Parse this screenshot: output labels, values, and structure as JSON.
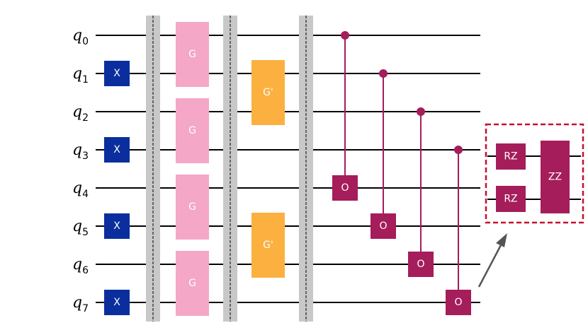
{
  "qubits": [
    {
      "name": "q",
      "index": "0"
    },
    {
      "name": "q",
      "index": "1"
    },
    {
      "name": "q",
      "index": "2"
    },
    {
      "name": "q",
      "index": "3"
    },
    {
      "name": "q",
      "index": "4"
    },
    {
      "name": "q",
      "index": "5"
    },
    {
      "name": "q",
      "index": "6"
    },
    {
      "name": "q",
      "index": "7"
    }
  ],
  "x_gates": {
    "label": "X",
    "qubits": [
      1,
      3,
      5,
      7
    ],
    "color": "#0a2e9e"
  },
  "g_gates": {
    "label": "G",
    "pairs": [
      [
        0,
        1
      ],
      [
        2,
        3
      ],
      [
        4,
        5
      ],
      [
        6,
        7
      ]
    ],
    "color": "#f4a7c6"
  },
  "gprime_gates": {
    "label": "G'",
    "pairs": [
      [
        1,
        2
      ],
      [
        5,
        6
      ]
    ],
    "color": "#fbb040"
  },
  "controlled_o": {
    "label": "O",
    "pairs": [
      [
        0,
        4
      ],
      [
        1,
        5
      ],
      [
        2,
        6
      ],
      [
        3,
        7
      ]
    ],
    "color": "#a51d5a"
  },
  "barriers": 3,
  "zoom_inset": {
    "rz_label": "RZ",
    "zz_label": "ZZ",
    "gate_color": "#a51d5a",
    "border_color": "#c8102e"
  }
}
